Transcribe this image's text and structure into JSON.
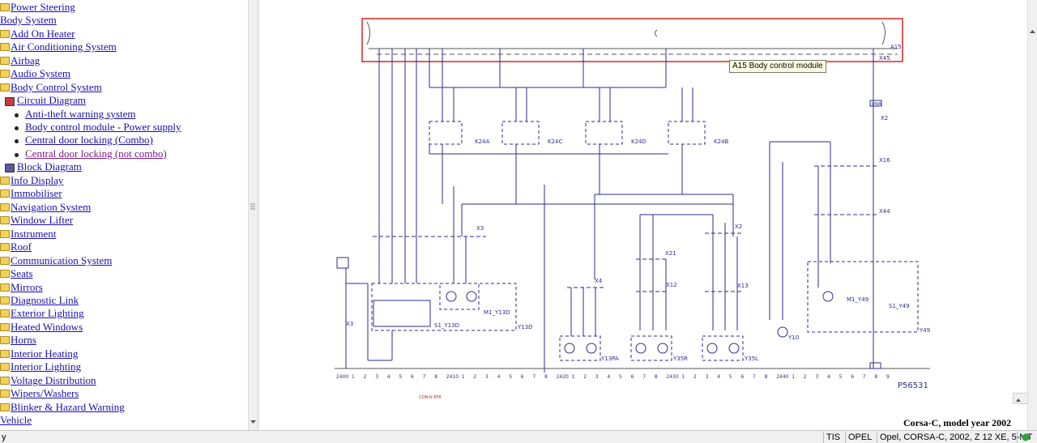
{
  "sidebar": {
    "items": [
      {
        "label": "Power Steering",
        "kind": "folder"
      },
      {
        "label": "Body System",
        "kind": "plain"
      },
      {
        "label": "Add On Heater",
        "kind": "folder"
      },
      {
        "label": "Air Conditioning System",
        "kind": "folder"
      },
      {
        "label": "Airbag",
        "kind": "folder"
      },
      {
        "label": "Audio System",
        "kind": "folder"
      },
      {
        "label": "Body Control System",
        "kind": "folder"
      },
      {
        "label": "Circuit Diagram",
        "kind": "book-open"
      },
      {
        "label": "Anti-theft warning system",
        "kind": "bullet"
      },
      {
        "label": "Body control module - Power supply",
        "kind": "bullet"
      },
      {
        "label": "Central door locking (Combo)",
        "kind": "bullet"
      },
      {
        "label": "Central door locking (not combo)",
        "kind": "bullet-visited"
      },
      {
        "label": "Block Diagram",
        "kind": "book"
      },
      {
        "label": "Info Display",
        "kind": "folder"
      },
      {
        "label": "Immobiliser",
        "kind": "folder"
      },
      {
        "label": "Navigation System",
        "kind": "folder"
      },
      {
        "label": "Window Lifter",
        "kind": "folder"
      },
      {
        "label": "Instrument",
        "kind": "folder"
      },
      {
        "label": "Roof",
        "kind": "folder"
      },
      {
        "label": "Communication System",
        "kind": "folder"
      },
      {
        "label": "Seats",
        "kind": "folder"
      },
      {
        "label": "Mirrors",
        "kind": "folder"
      },
      {
        "label": "Diagnostic Link",
        "kind": "folder"
      },
      {
        "label": "Exterior Lighting",
        "kind": "folder"
      },
      {
        "label": "Heated Windows",
        "kind": "folder"
      },
      {
        "label": "Horns",
        "kind": "folder"
      },
      {
        "label": "Interior Heating",
        "kind": "folder"
      },
      {
        "label": "Interior Lighting",
        "kind": "folder"
      },
      {
        "label": "Voltage Distribution",
        "kind": "folder"
      },
      {
        "label": "Wipers/Washers",
        "kind": "folder"
      },
      {
        "label": "Blinker & Hazard Warning",
        "kind": "folder"
      },
      {
        "label": "Vehicle",
        "kind": "plain"
      }
    ]
  },
  "diagram": {
    "module_label": "A15",
    "connector_label": "X45",
    "tooltip": "A15 Body control module",
    "relays": [
      "K24A",
      "K24C",
      "K24D",
      "K24B"
    ],
    "connectors": [
      "X3",
      "X2",
      "X16",
      "X44",
      "X21",
      "X4",
      "X12",
      "X13",
      "X3",
      "X2"
    ],
    "components": [
      "M1_Y13D",
      "S1_Y13D",
      "Y13D",
      "Y13PA",
      "Y35R",
      "Y35L",
      "Y10",
      "M1_Y49",
      "S1_Y49",
      "Y49",
      "DWA"
    ],
    "drawing_id": "P56531",
    "bottom_ref": "CON-N 8F8",
    "ruler_groups": [
      "2400",
      "2410",
      "2420",
      "2430",
      "2440"
    ],
    "ruler_digits": [
      "1",
      "2",
      "3",
      "4",
      "5",
      "6",
      "7",
      "8",
      "9"
    ]
  },
  "caption": "Corsa-C, model year 2002",
  "statusbar": {
    "left": "y",
    "tis": "TIS",
    "brand": "OPEL",
    "vehicle": "Opel, CORSA-C, 2002, Z 12 XE, 5-MT"
  },
  "colors": {
    "link": "#1a0dab",
    "visited": "#7b1a86",
    "wire": "#2d2d8f",
    "module_border": "#e02020",
    "folder": "#f2d25c",
    "status_ok": "#2ea043"
  }
}
